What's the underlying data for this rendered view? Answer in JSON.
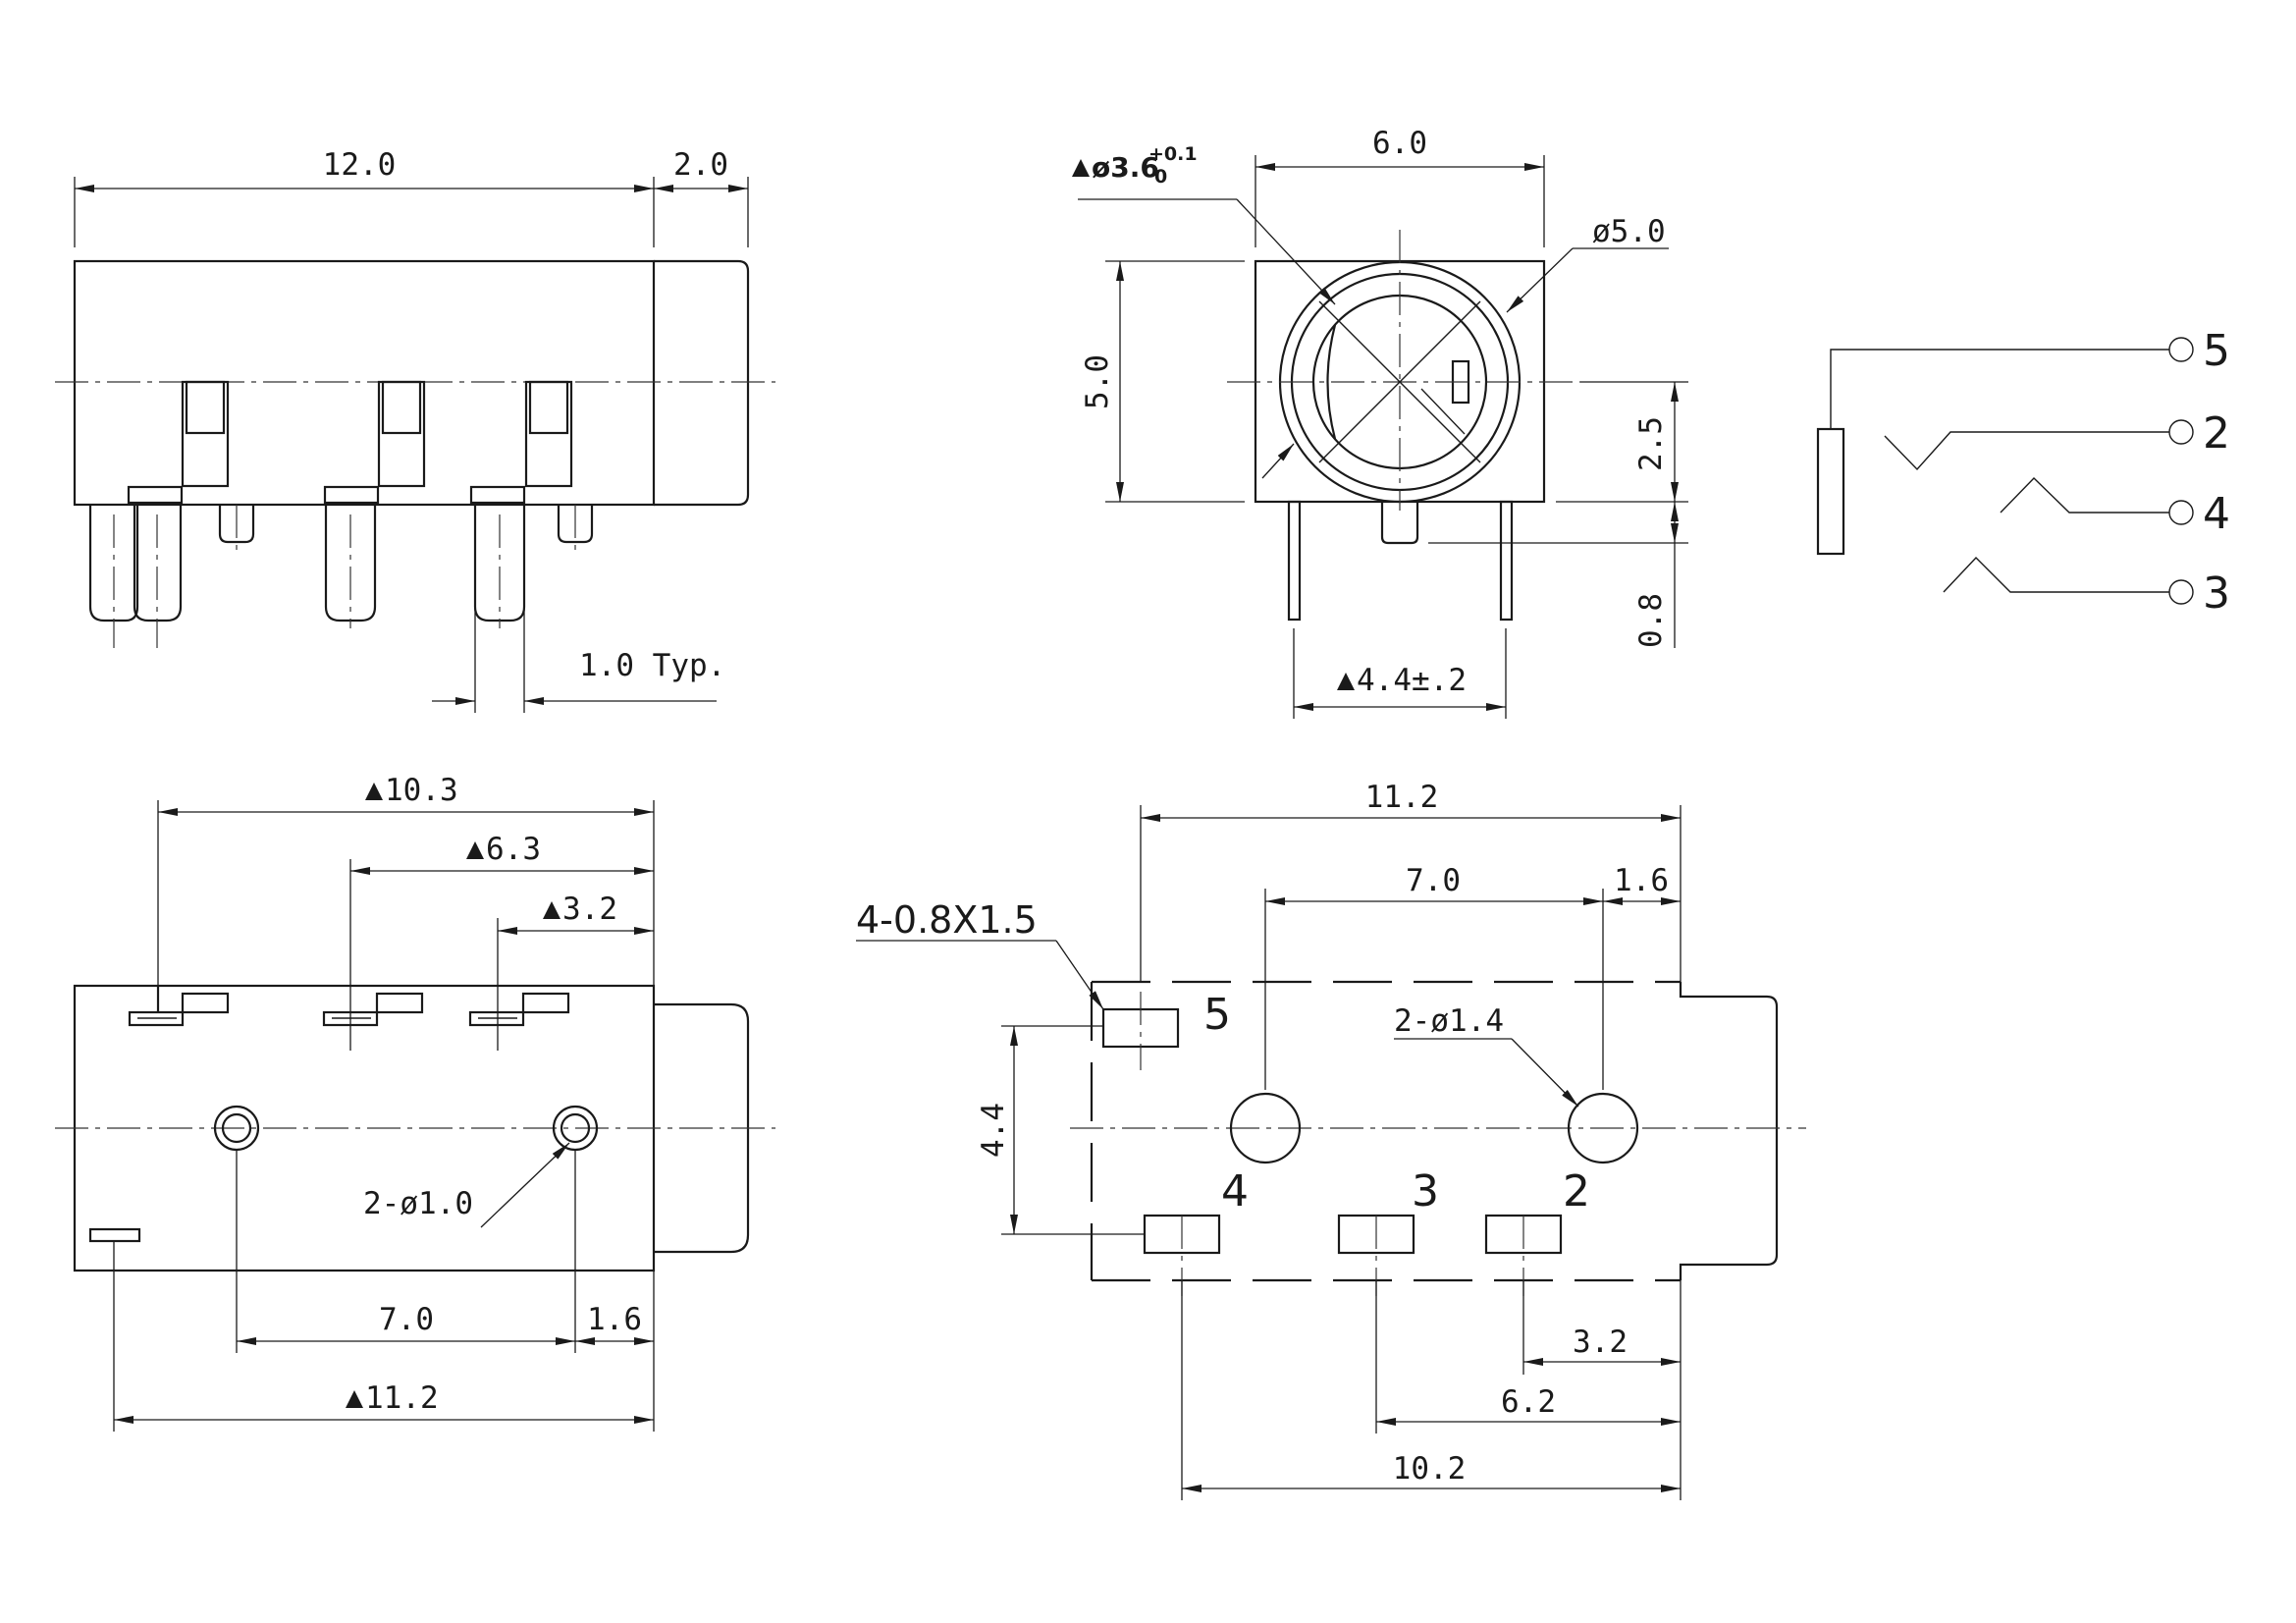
{
  "side_view": {
    "dim_length": "12.0",
    "dim_nose": "2.0",
    "dim_pin_width": "1.0 Typ."
  },
  "front_view": {
    "dim_width": "6.0",
    "dim_hole_prefix": "ø3.6",
    "dim_hole_tol_upper": "+0.1",
    "dim_hole_tol_lower": "0",
    "dim_outer_dia": "ø5.0",
    "dim_height": "5.0",
    "dim_center_height": "2.5",
    "dim_peg": "0.8",
    "dim_pin_pitch": "4.4±.2"
  },
  "schematic": {
    "pins": [
      "5",
      "2",
      "4",
      "3"
    ]
  },
  "bottom_view": {
    "dim_pin1": "10.3",
    "dim_pin2": "6.3",
    "dim_pin3": "3.2",
    "dim_post_spacing": "7.0",
    "dim_post_offset": "1.6",
    "dim_overall": "11.2",
    "post_note": "2-ø1.0"
  },
  "pcb_layout": {
    "dim_overall": "11.2",
    "dim_hole_spacing": "7.0",
    "dim_hole_offset": "1.6",
    "pad_note": "4-0.8X1.5",
    "hole_note": "2-ø1.4",
    "dim_vertical": "4.4",
    "dim_pad2": "3.2",
    "dim_pad3": "6.2",
    "dim_pad4": "10.2",
    "pad_labels": [
      "5",
      "4",
      "3",
      "2"
    ]
  }
}
